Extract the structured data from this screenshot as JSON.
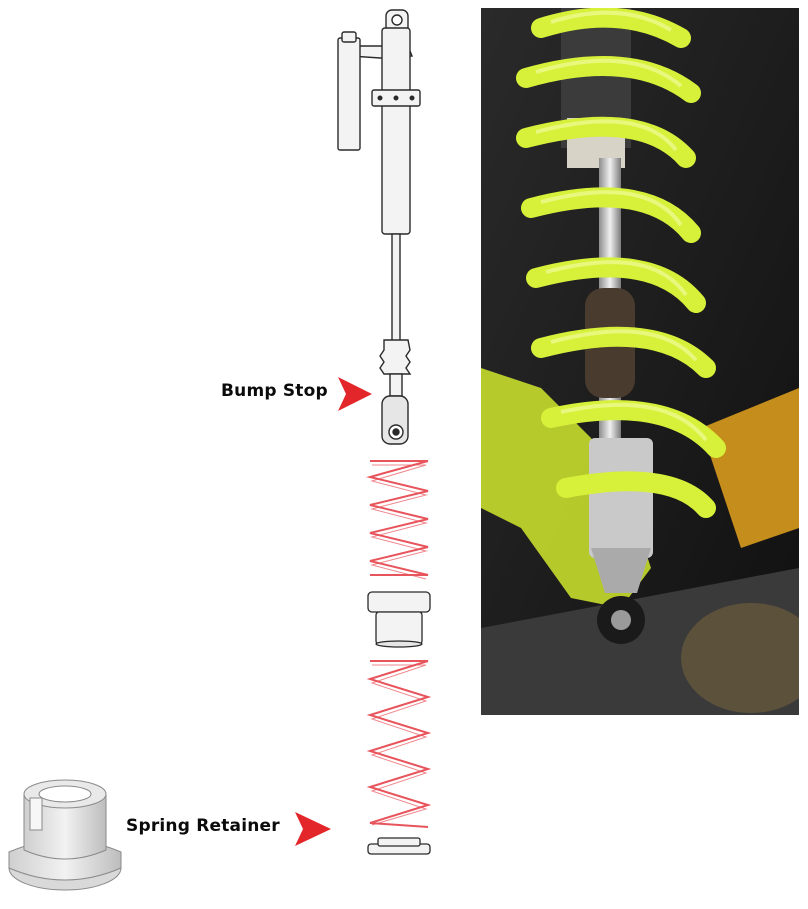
{
  "callouts": {
    "bump_stop_label": "Bump Stop",
    "spring_retainer_label": "Spring Retainer"
  },
  "colors": {
    "arrow_red": "#e3262a",
    "spring_pink": "#e8545c",
    "line_dark": "#2a2a2a",
    "fill_light": "#f3f3f3",
    "photo_spring_yellow": "#d7f13a",
    "photo_background": "#1b1b1b"
  },
  "icons": {
    "arrow": "red-triangle-pointer"
  }
}
